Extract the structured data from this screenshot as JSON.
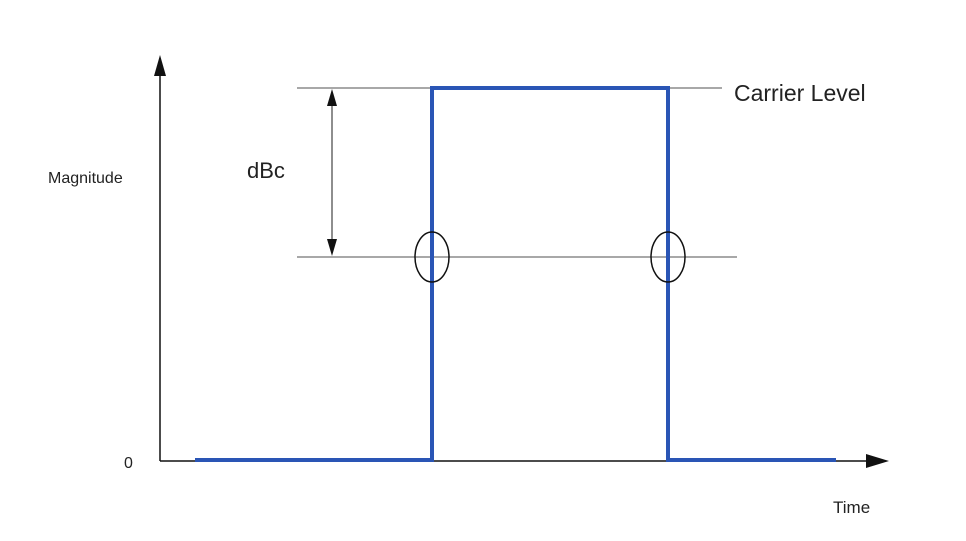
{
  "labels": {
    "y_axis": "Magnitude",
    "x_axis": "Time",
    "origin": "0",
    "carrier": "Carrier Level",
    "dbc": "dBc"
  },
  "colors": {
    "signal": "#2a55b5",
    "reference": "#a8a8a8",
    "axis": "#111111"
  }
}
